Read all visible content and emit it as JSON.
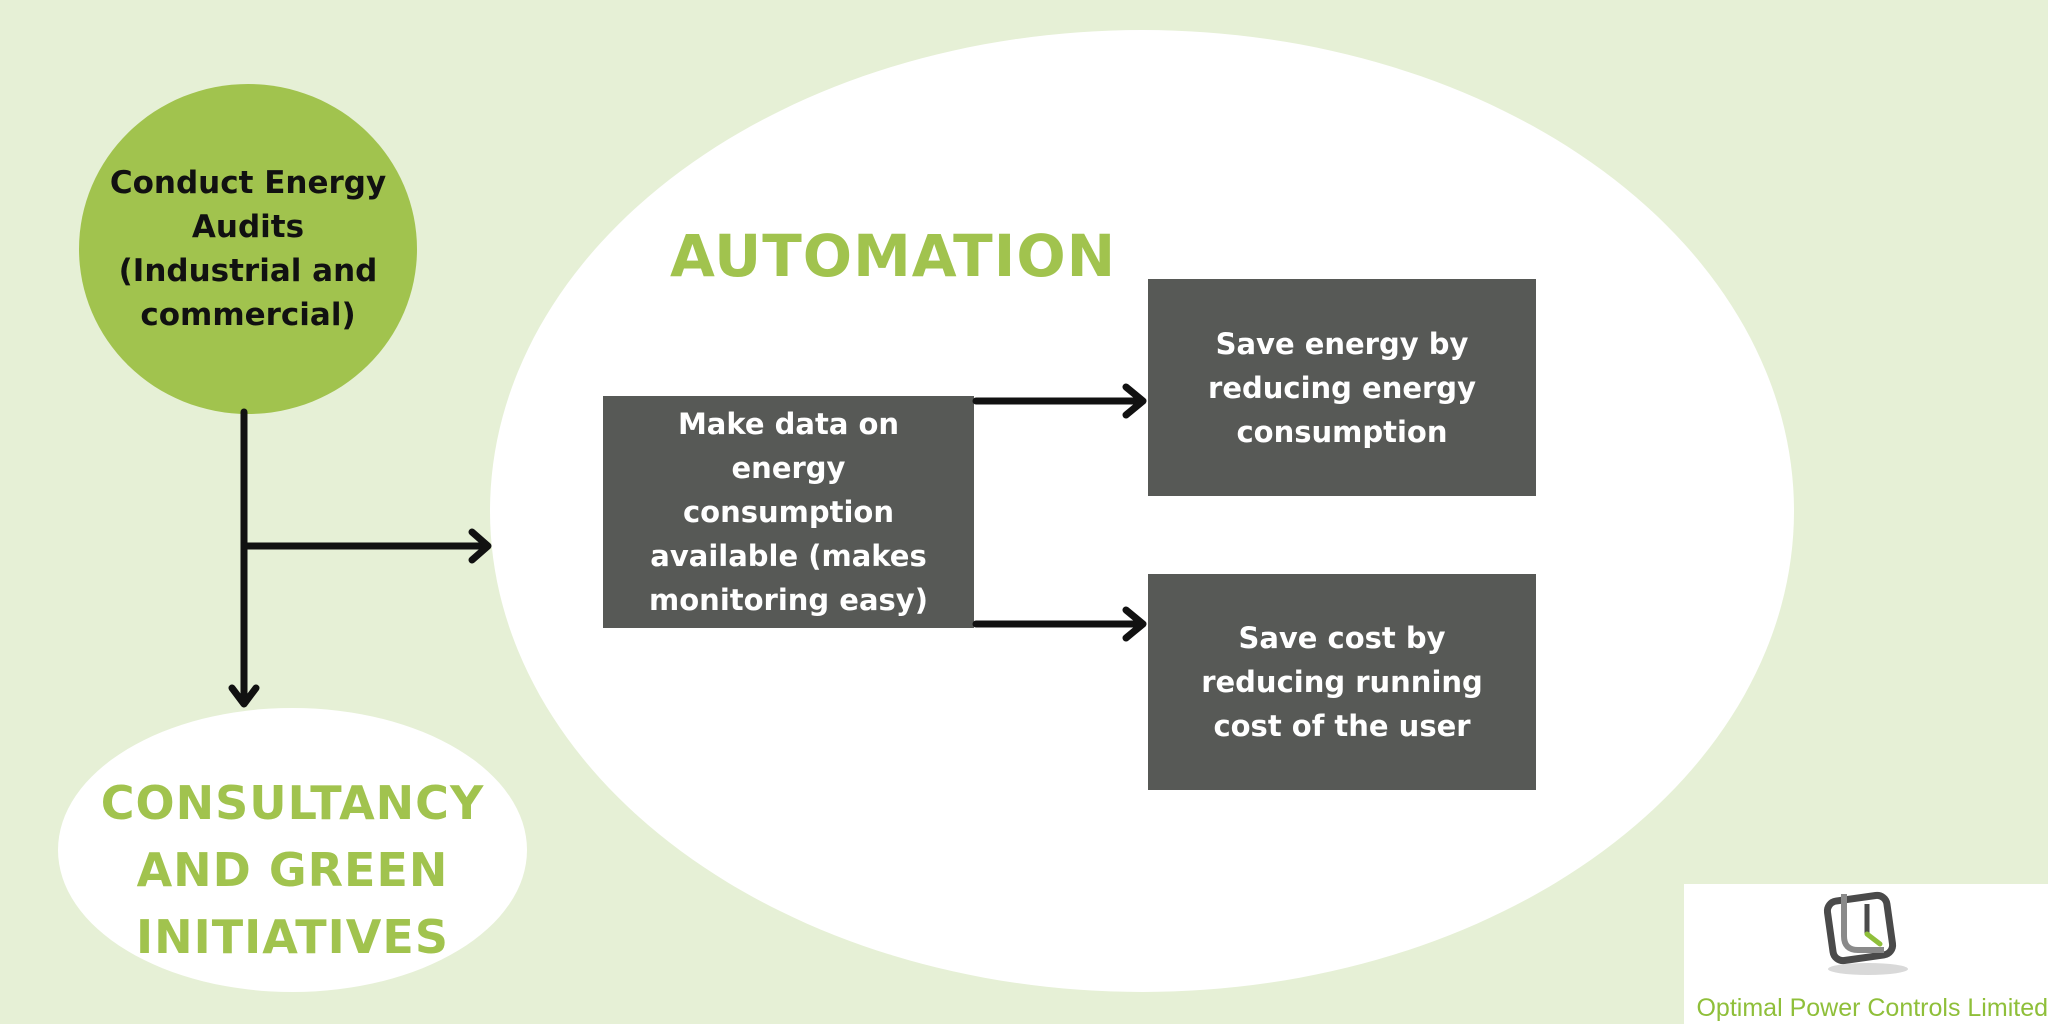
{
  "colors": {
    "background": "#e6f0d6",
    "accent_green": "#a1c34e",
    "box_gray": "#575956",
    "arrow": "#111111"
  },
  "audit_node": {
    "label": "Conduct Energy Audits (Industrial and commercial)"
  },
  "consultancy_node": {
    "label": "CONSULTANCY AND GREEN INITIATIVES"
  },
  "automation_section": {
    "title": "AUTOMATION",
    "data_box": "Make data on energy consumption available (makes monitoring easy)",
    "energy_box": "Save energy by reducing energy consumption",
    "cost_box": "Save cost by reducing running cost of the user"
  },
  "logo": {
    "icon": "square-clock-icon",
    "company_name": "Optimal Power Controls Limited"
  }
}
